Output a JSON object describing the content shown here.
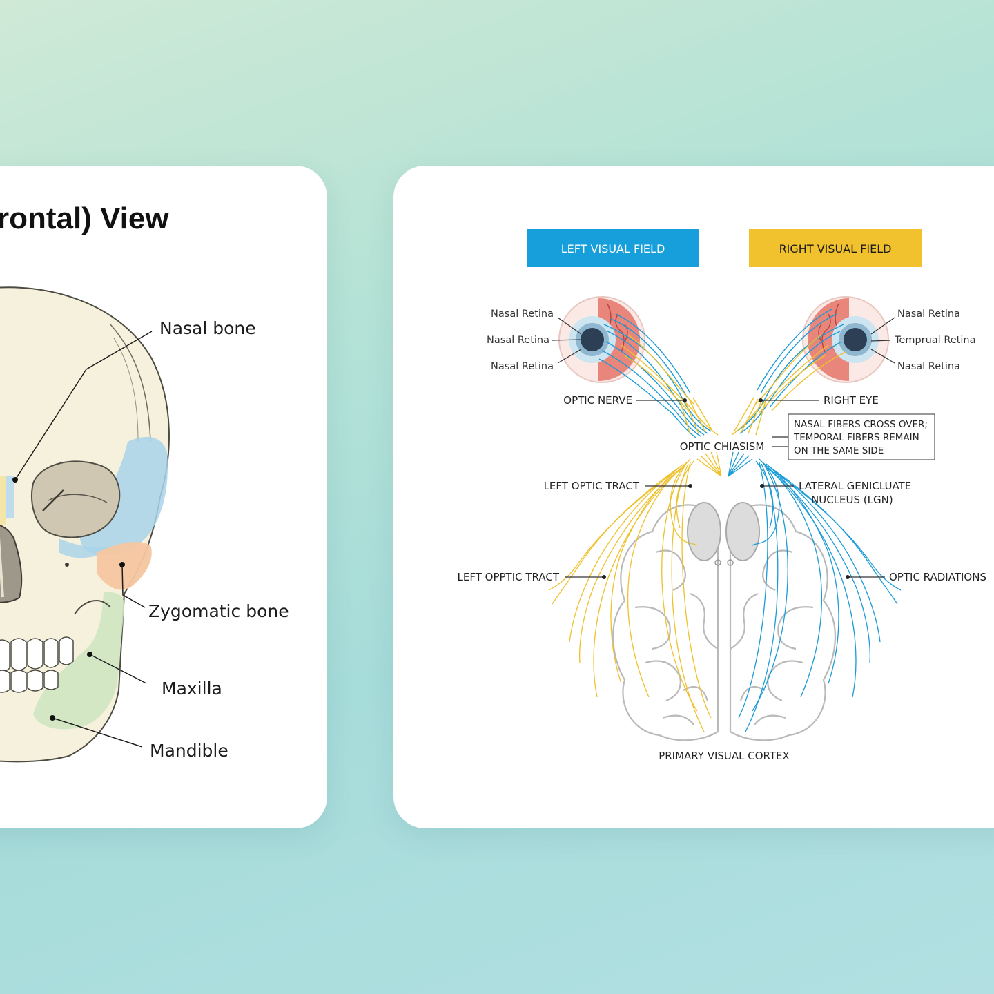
{
  "skull_card": {
    "title": "rontal) View",
    "labels": {
      "nasal_bone": "Nasal bone",
      "zygomatic_bone": "Zygomatic bone",
      "maxilla": "Maxilla",
      "mandible": "Mandible"
    }
  },
  "visual_card": {
    "left_field": {
      "label": "LEFT VISUAL FIELD",
      "color": "#169fdb"
    },
    "right_field": {
      "label": "RIGHT VISUAL FIELD",
      "color": "#f2c12e"
    },
    "left_eye_labels": [
      "Nasal Retina",
      "Nasal Retina",
      "Nasal Retina"
    ],
    "right_eye_labels": [
      "Nasal Retina",
      "Temprual Retina",
      "Nasal Retina"
    ],
    "optic_nerve": "OPTIC NERVE",
    "right_eye": "RIGHT EYE",
    "optic_chiasm": "OPTIC CHIASISM",
    "note_lines": [
      "NASAL FIBERS CROSS OVER;",
      "TEMPORAL FIBERS REMAIN",
      "ON THE SAME SIDE"
    ],
    "left_optic_tract": "LEFT OPTIC TRACT",
    "lgn_lines": [
      "LATERAL GENICLUATE",
      "NUCLEUS (LGN)"
    ],
    "left_oppic_tract": "LEFT OPPTIC TRACT",
    "optic_radiations": "OPTIC RADIATIONS",
    "primary_visual_cortex": "PRIMARY VISUAL CORTEX",
    "colors": {
      "blue_fiber": "#1a9bd7",
      "yellow_fiber": "#eec12b"
    }
  }
}
